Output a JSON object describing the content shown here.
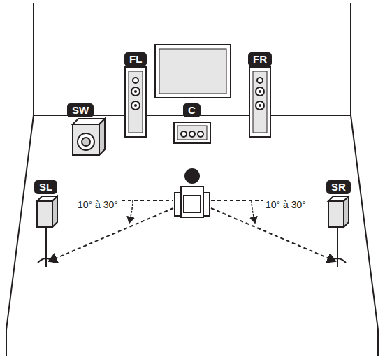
{
  "diagram": {
    "nodes": [
      {
        "text": [
          "FL"
        ]
      },
      {
        "text": [
          "FR"
        ]
      },
      {
        "text": [
          "SW"
        ]
      },
      {
        "text": [
          "C"
        ]
      },
      {
        "text": [
          "SL"
        ]
      },
      {
        "text": [
          "SR"
        ]
      }
    ],
    "labels": [
      "10° à 30°",
      "10° à 30°"
    ]
  }
}
